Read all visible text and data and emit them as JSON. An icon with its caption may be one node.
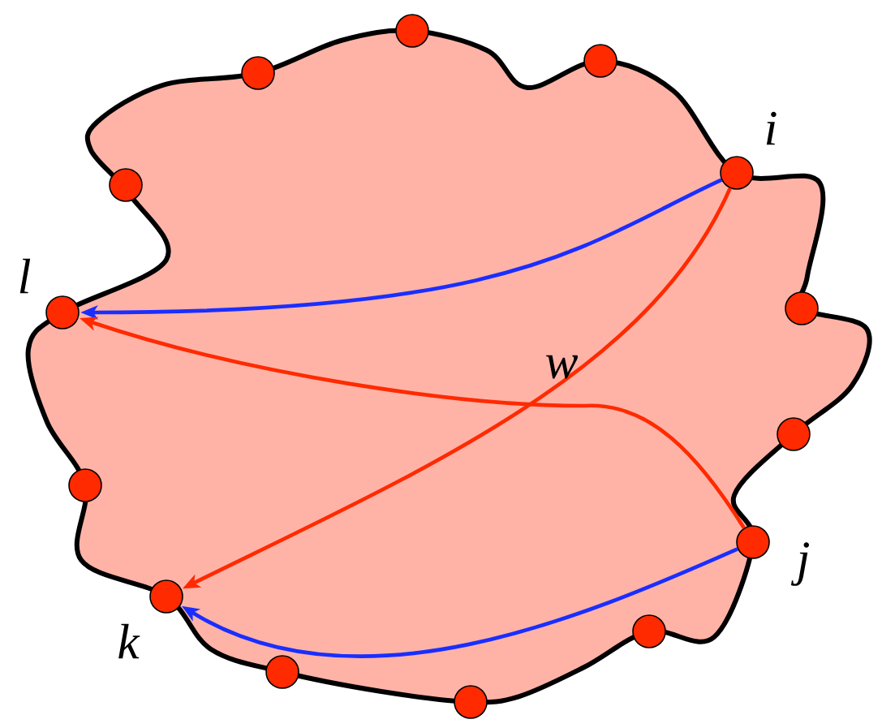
{
  "diagram": {
    "nodes": [
      {
        "text": [],
        "shape": "cloud"
      },
      {
        "text": [],
        "shape": "circle",
        "in": 0
      },
      {
        "text": [],
        "shape": "circle",
        "in": 0
      },
      {
        "text": [],
        "shape": "circle",
        "in": 0
      },
      {
        "text": [],
        "shape": "circle",
        "beside": [
          "i"
        ],
        "in": 0
      },
      {
        "text": [],
        "shape": "circle",
        "in": 0
      },
      {
        "text": [],
        "shape": "circle",
        "in": 0
      },
      {
        "text": [],
        "shape": "circle",
        "beside": [
          "l"
        ],
        "in": 0
      },
      {
        "text": [],
        "shape": "circle",
        "in": 0
      },
      {
        "text": [],
        "shape": "circle",
        "in": 0
      },
      {
        "text": [],
        "shape": "circle",
        "beside": [
          "j"
        ],
        "in": 0
      },
      {
        "text": [],
        "shape": "circle",
        "beside": [
          "k"
        ],
        "in": 0
      },
      {
        "text": [],
        "shape": "circle",
        "in": 0
      },
      {
        "text": [],
        "shape": "circle",
        "in": 0
      },
      {
        "text": [],
        "shape": "circle",
        "in": 0
      }
    ],
    "edges": [
      {
        "from": 4,
        "to": 7,
        "arrow": "to",
        "color": "#1a2eff"
      },
      {
        "from": 4,
        "to": 11,
        "arrow": "to",
        "color": "#ff2a00"
      },
      {
        "from": 10,
        "to": 7,
        "arrow": "to",
        "color": "#ff2a00"
      },
      {
        "from": 10,
        "to": 11,
        "arrow": "to",
        "color": "#1a2eff"
      }
    ],
    "labels": [
      "w"
    ]
  }
}
